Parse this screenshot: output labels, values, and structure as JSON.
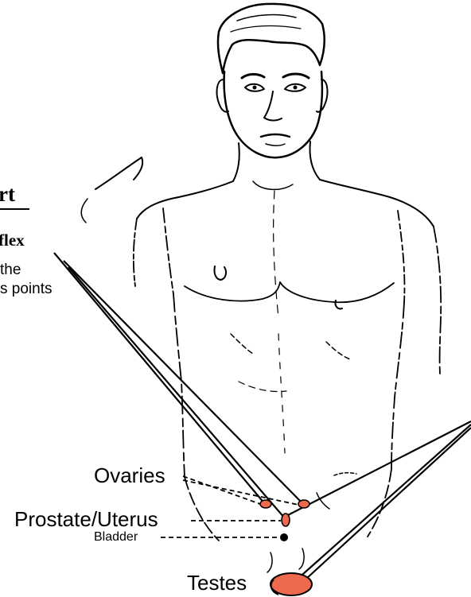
{
  "header": {
    "title_fragment": "rt",
    "subtitle_fragment": "flex",
    "text_line_1": "the",
    "text_line_2": "s points"
  },
  "labels": {
    "ovaries": "Ovaries",
    "prostate_uterus": "Prostate/Uterus",
    "bladder": "Bladder",
    "testes": "Testes"
  },
  "colors": {
    "point_fill": "#ee6a4e",
    "ink": "#000000"
  }
}
